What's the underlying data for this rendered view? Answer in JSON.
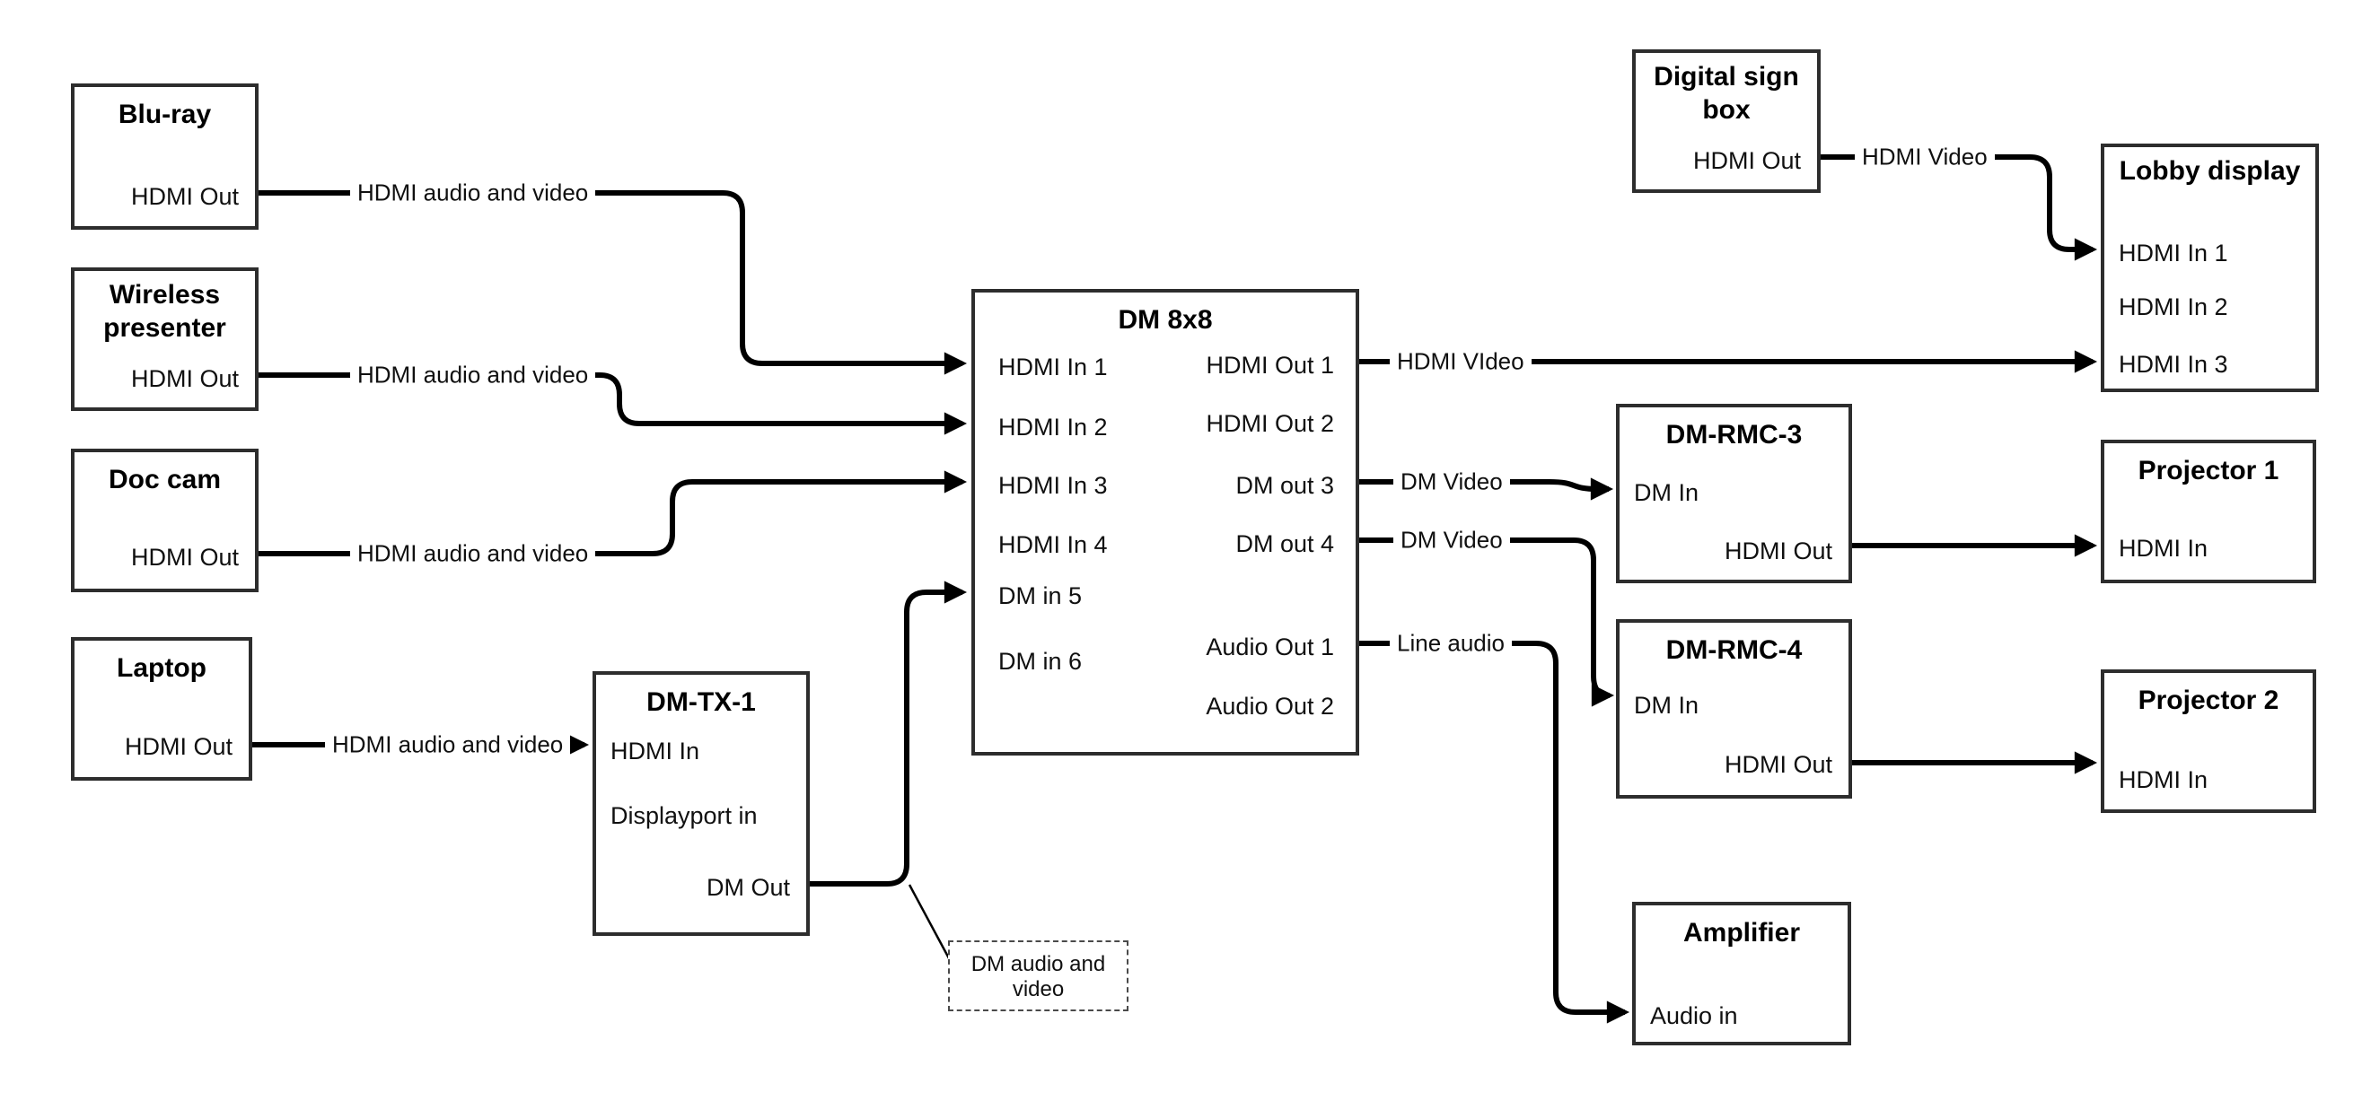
{
  "diagram": {
    "colors": {
      "background": "#ffffff",
      "wire": "#000000",
      "box_border": "#2d2d2d",
      "text": "#000000"
    },
    "nodes": {
      "bluray": {
        "title": "Blu-ray",
        "ports": {
          "hdmi_out": "HDMI Out"
        }
      },
      "wireless_presenter": {
        "title": "Wireless presenter",
        "ports": {
          "hdmi_out": "HDMI Out"
        }
      },
      "doc_cam": {
        "title": "Doc cam",
        "ports": {
          "hdmi_out": "HDMI Out"
        }
      },
      "laptop": {
        "title": "Laptop",
        "ports": {
          "hdmi_out": "HDMI Out"
        }
      },
      "dm_tx_1": {
        "title": "DM-TX-1",
        "ports": {
          "hdmi_in": "HDMI In",
          "displayport_in": "Displayport in",
          "dm_out": "DM Out"
        }
      },
      "dm_8x8": {
        "title": "DM 8x8",
        "ports": {
          "hdmi_in_1": "HDMI In 1",
          "hdmi_in_2": "HDMI In 2",
          "hdmi_in_3": "HDMI In 3",
          "hdmi_in_4": "HDMI In 4",
          "dm_in_5": "DM in 5",
          "dm_in_6": "DM in 6",
          "hdmi_out_1": "HDMI Out 1",
          "hdmi_out_2": "HDMI Out 2",
          "dm_out_3": "DM out 3",
          "dm_out_4": "DM out 4",
          "audio_out_1": "Audio Out 1",
          "audio_out_2": "Audio Out 2"
        }
      },
      "digital_sign_box": {
        "title": "Digital sign box",
        "ports": {
          "hdmi_out": "HDMI Out"
        }
      },
      "lobby_display": {
        "title": "Lobby display",
        "ports": {
          "hdmi_in_1": "HDMI In 1",
          "hdmi_in_2": "HDMI In 2",
          "hdmi_in_3": "HDMI In 3"
        }
      },
      "dm_rmc_3": {
        "title": "DM-RMC-3",
        "ports": {
          "dm_in": "DM In",
          "hdmi_out": "HDMI Out"
        }
      },
      "projector_1": {
        "title": "Projector 1",
        "ports": {
          "hdmi_in": "HDMI In"
        }
      },
      "dm_rmc_4": {
        "title": "DM-RMC-4",
        "ports": {
          "dm_in": "DM In",
          "hdmi_out": "HDMI Out"
        }
      },
      "projector_2": {
        "title": "Projector 2",
        "ports": {
          "hdmi_in": "HDMI In"
        }
      },
      "amplifier": {
        "title": "Amplifier",
        "ports": {
          "audio_in": "Audio in"
        }
      }
    },
    "connections": [
      {
        "from": "Blu-ray HDMI Out",
        "to": "DM 8x8 HDMI In 1",
        "label": "HDMI audio and video"
      },
      {
        "from": "Wireless presenter HDMI Out",
        "to": "DM 8x8 HDMI In 2",
        "label": "HDMI audio and video"
      },
      {
        "from": "Doc cam HDMI Out",
        "to": "DM 8x8 HDMI In 3",
        "label": "HDMI audio and video"
      },
      {
        "from": "Laptop HDMI Out",
        "to": "DM-TX-1 HDMI In",
        "label": "HDMI audio and video"
      },
      {
        "from": "DM-TX-1 DM Out",
        "to": "DM 8x8 DM in 5",
        "label": ""
      },
      {
        "from": "DM 8x8 HDMI Out 1",
        "to": "Lobby display HDMI In 3",
        "label": "HDMI VIdeo"
      },
      {
        "from": "Digital sign box HDMI Out",
        "to": "Lobby display HDMI In 1",
        "label": "HDMI Video"
      },
      {
        "from": "DM 8x8 DM out 3",
        "to": "DM-RMC-3 DM In",
        "label": "DM Video"
      },
      {
        "from": "DM 8x8 DM out 4",
        "to": "DM-RMC-4 DM In",
        "label": "DM Video"
      },
      {
        "from": "DM 8x8 Audio Out 1",
        "to": "Amplifier Audio in",
        "label": "Line audio"
      },
      {
        "from": "DM-RMC-3 HDMI Out",
        "to": "Projector 1 HDMI In",
        "label": ""
      },
      {
        "from": "DM-RMC-4 HDMI Out",
        "to": "Projector 2 HDMI In",
        "label": ""
      }
    ],
    "callout": {
      "text": "DM audio and video"
    }
  }
}
